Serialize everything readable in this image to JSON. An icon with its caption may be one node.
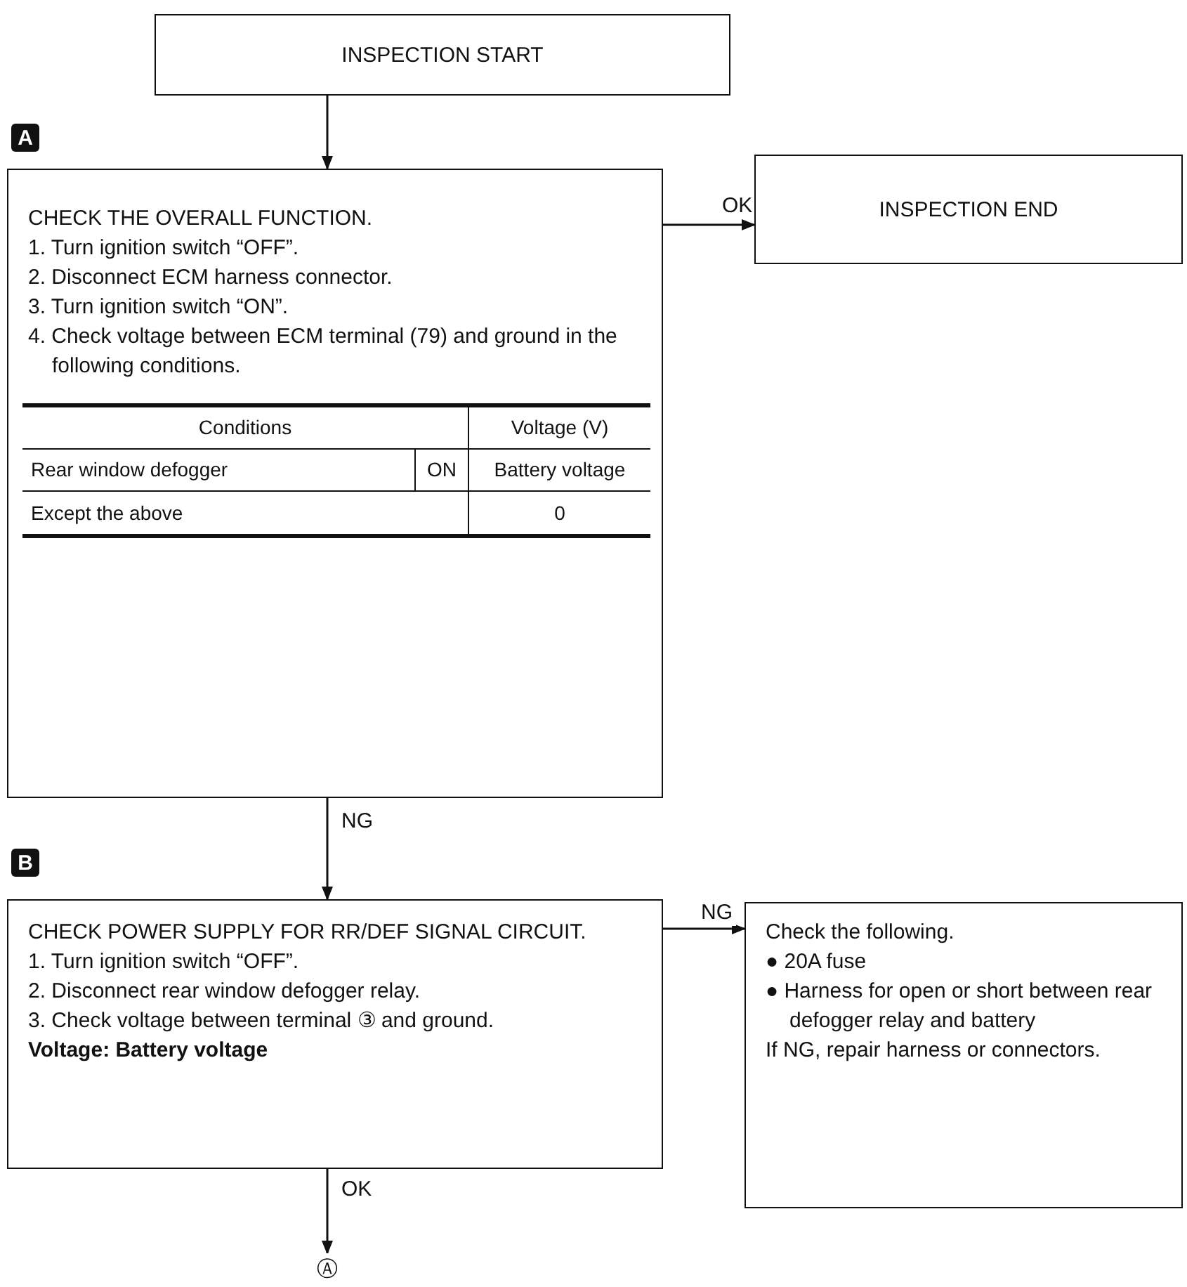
{
  "diagram": {
    "nodes": [
      {
        "text": [
          "INSPECTION START"
        ]
      },
      {
        "text": [
          "CHECK THE OVERALL FUNCTION.",
          "1. Turn ignition switch “OFF”.",
          "2. Disconnect ECM harness connector.",
          "3. Turn ignition switch “ON”.",
          "4. Check voltage between ECM terminal (79) and ground in the following conditions."
        ]
      },
      {
        "text": [
          "INSPECTION END"
        ]
      },
      {
        "text": [
          "CHECK POWER SUPPLY FOR RR/DEF SIGNAL CIRCUIT.",
          "1. Turn ignition switch “OFF”.",
          "2. Disconnect rear window defogger relay.",
          "3. Check voltage between terminal ③ and ground.",
          "**Voltage: Battery voltage**"
        ]
      },
      {
        "text": [
          "Check the following.",
          "● 20A fuse",
          "● Harness for open or short between rear defogger relay and battery",
          "If NG, repair harness or connectors."
        ]
      },
      {
        "text": [
          "Ⓐ"
        ]
      }
    ],
    "edges": [
      {
        "from": 0,
        "to": 1,
        "arrow": "to"
      },
      {
        "from": 1,
        "to": 2,
        "arrow": "to",
        "label": "OK"
      },
      {
        "from": 1,
        "to": 3,
        "arrow": "to",
        "label": "NG"
      },
      {
        "from": 3,
        "to": 4,
        "arrow": "to",
        "label": "NG"
      },
      {
        "from": 3,
        "to": 5,
        "arrow": "to",
        "label": "OK"
      }
    ],
    "labels": [
      "A",
      "Conditions",
      "Voltage (V)",
      "Rear window defogger",
      "ON",
      "Battery voltage",
      "Except the above",
      "0",
      "B"
    ]
  }
}
